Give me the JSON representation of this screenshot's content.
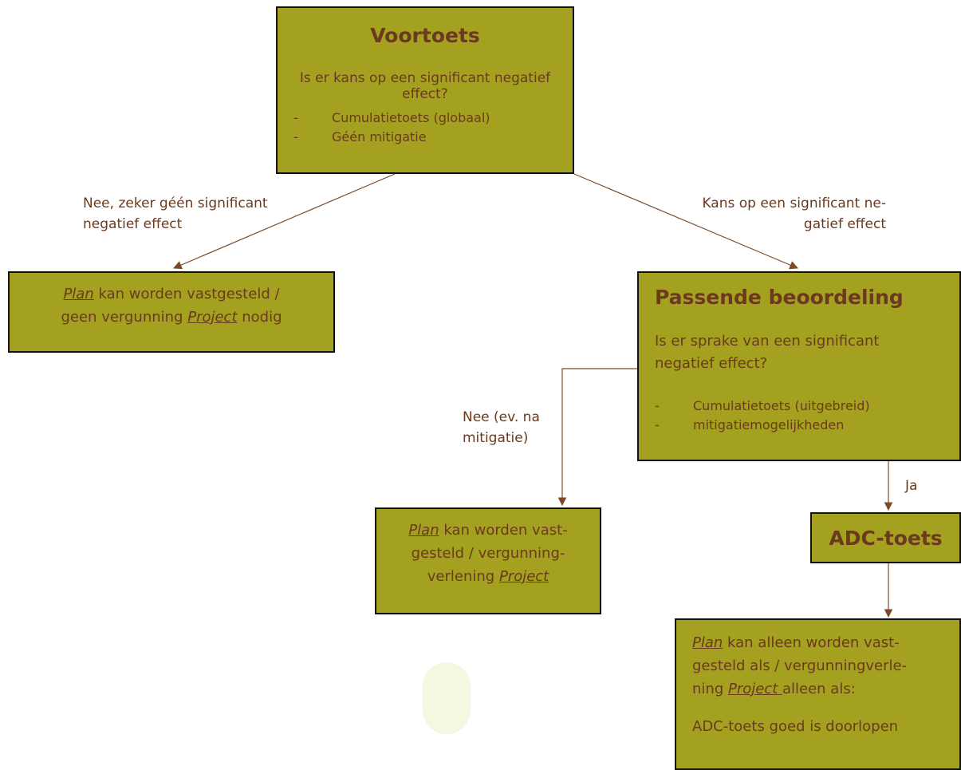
{
  "voortoets": {
    "title": "Voortoets",
    "question": "Is er kans op een significant negatief effect?",
    "bullets": [
      "Cumulatietoets (globaal)",
      "Géén mitigatie"
    ]
  },
  "left_edge_label": {
    "line1": "Nee, zeker géén significant",
    "line2": "negatief effect"
  },
  "right_edge_label": {
    "line1": "Kans op een significant ne-",
    "line2": "gatief effect"
  },
  "box_plan_left": {
    "plan": "Plan",
    "text1": " kan worden vastgesteld /",
    "text2a": "geen vergunning ",
    "project": "Project",
    "text2b": " nodig"
  },
  "passende": {
    "title": "Passende beoordeling",
    "question1": "Is er sprake van een significant",
    "question2": "negatief effect?",
    "bullets": [
      "Cumulatietoets (uitgebreid)",
      "mitigatiemogelijkheden"
    ]
  },
  "nee_label": {
    "line1": "Nee (ev. na",
    "line2": "mitigatie)"
  },
  "box_plan_middle": {
    "plan": "Plan",
    "line1": " kan worden vast-",
    "line2": "gesteld / vergunning-",
    "line3": "verlening ",
    "project": "Project"
  },
  "ja_label": "Ja",
  "adc": {
    "title": "ADC-toets"
  },
  "box_plan_bottom": {
    "plan": "Plan",
    "line1": " kan alleen worden vast-",
    "line2": "gesteld als / vergunningverle-",
    "line3": "ning ",
    "project": "Project ",
    "line3b": "alleen als:",
    "line4": "ADC-toets goed is doorlopen"
  },
  "colors": {
    "box_fill": "#a3a11f",
    "text": "#6b3a1e",
    "connector": "#7a4a2a"
  }
}
